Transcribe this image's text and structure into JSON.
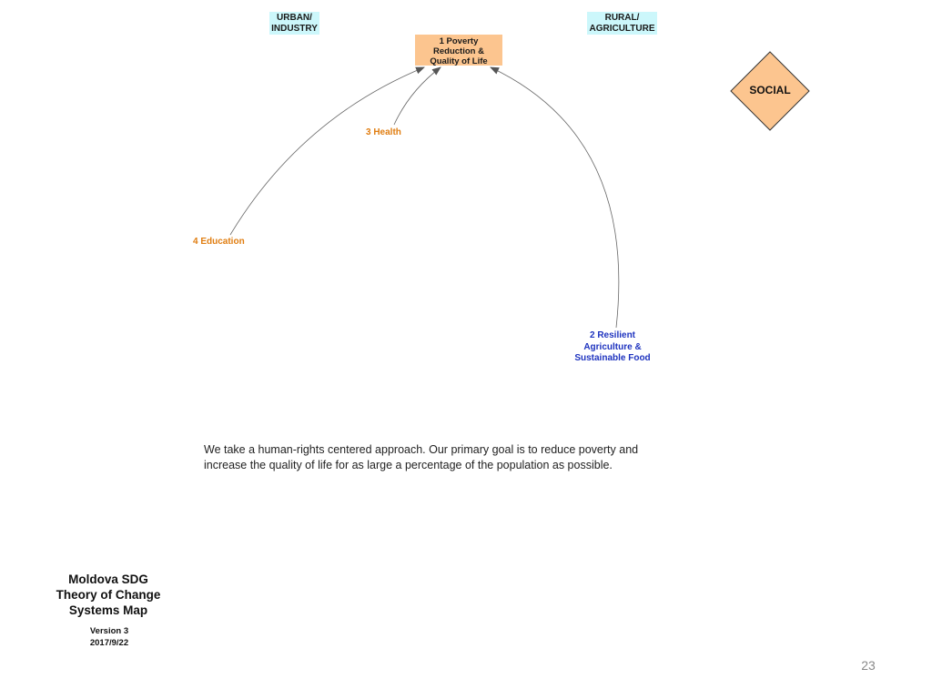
{
  "header": {
    "urban_label": "URBAN/ INDUSTRY",
    "urban_line1": "URBAN/",
    "urban_line2": "INDUSTRY",
    "rural_line1": "RURAL/",
    "rural_line2": "AGRICULTURE"
  },
  "nodes": {
    "goal": {
      "line1": "1 Poverty",
      "line2": "Reduction &",
      "line3": "Quality of Life",
      "color": "#fcc58f"
    },
    "health": {
      "label": "3 Health",
      "color": "#e07d10"
    },
    "education": {
      "label": "4 Education",
      "color": "#e07d10"
    },
    "agriculture": {
      "line1": "2 Resilient",
      "line2": "Agriculture &",
      "line3": "Sustainable Food",
      "color": "#1e33bf"
    }
  },
  "category": {
    "label": "SOCIAL",
    "color": "#fcc58f"
  },
  "edges": [
    {
      "from": "3 Health",
      "to": "1 Poverty Reduction & Quality of Life"
    },
    {
      "from": "4 Education",
      "to": "1 Poverty Reduction & Quality of Life"
    },
    {
      "from": "2 Resilient Agriculture & Sustainable Food",
      "to": "1 Poverty Reduction & Quality of Life"
    }
  ],
  "statement": {
    "line1": "We take a human-rights centered approach. Our primary goal is to reduce poverty and",
    "line2": "increase the quality of life for as large a percentage of the population as possible."
  },
  "footer": {
    "title_line1": "Moldova SDG",
    "title_line2": "Theory of Change",
    "title_line3": "Systems Map",
    "version": "Version 3",
    "date": "2017/9/22",
    "page_number": "23"
  }
}
